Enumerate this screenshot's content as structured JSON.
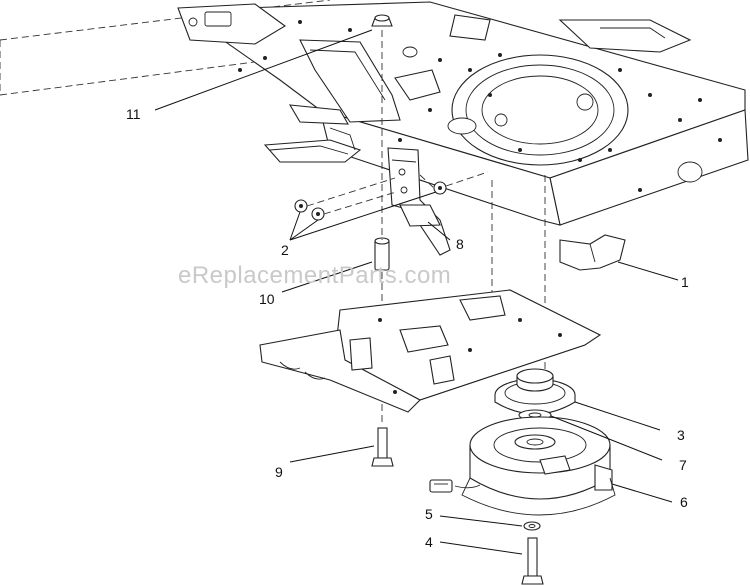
{
  "watermark": "eReplacementParts.com",
  "callouts": [
    {
      "id": "11",
      "label": "11"
    },
    {
      "id": "1",
      "label": "1"
    },
    {
      "id": "2",
      "label": "2"
    },
    {
      "id": "10",
      "label": "10"
    },
    {
      "id": "8",
      "label": "8"
    },
    {
      "id": "3",
      "label": "3"
    },
    {
      "id": "7",
      "label": "7"
    },
    {
      "id": "6",
      "label": "6"
    },
    {
      "id": "9",
      "label": "9"
    },
    {
      "id": "5",
      "label": "5"
    },
    {
      "id": "4",
      "label": "4"
    }
  ]
}
